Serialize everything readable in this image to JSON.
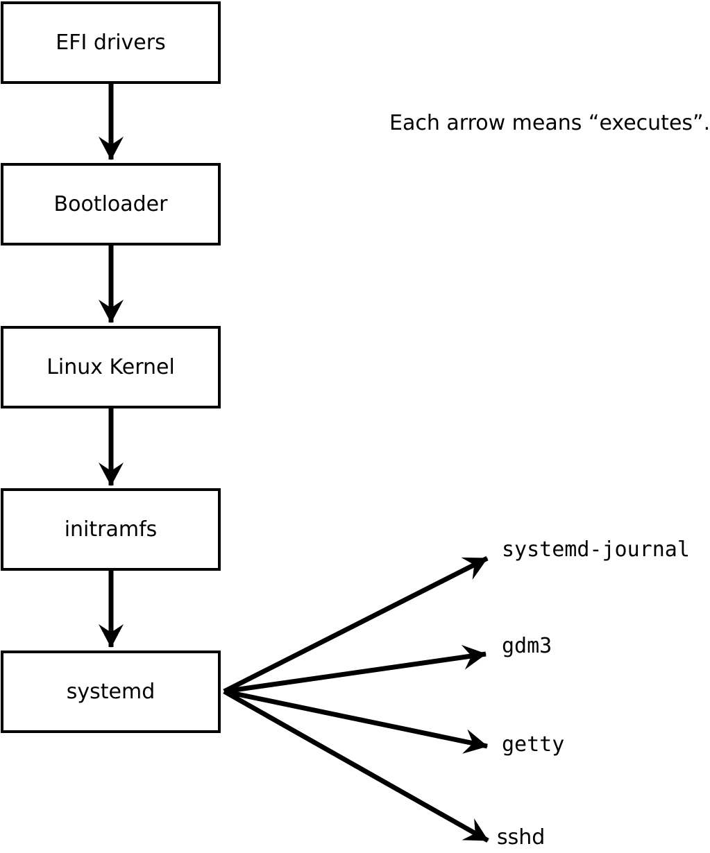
{
  "diagram": {
    "caption": "Each arrow means “executes”.",
    "arrow_meaning": "executes",
    "boot_chain": {
      "efi": "EFI drivers",
      "bootloader": "Bootloader",
      "kernel": "Linux Kernel",
      "initramfs": "initramfs",
      "systemd": "systemd"
    },
    "spawned_services": {
      "journal": "systemd-journal",
      "gdm3": "gdm3",
      "getty": "getty",
      "sshd": "sshd"
    },
    "edges": [
      {
        "from": "EFI drivers",
        "to": "Bootloader"
      },
      {
        "from": "Bootloader",
        "to": "Linux Kernel"
      },
      {
        "from": "Linux Kernel",
        "to": "initramfs"
      },
      {
        "from": "initramfs",
        "to": "systemd"
      },
      {
        "from": "systemd",
        "to": "systemd-journal"
      },
      {
        "from": "systemd",
        "to": "gdm3"
      },
      {
        "from": "systemd",
        "to": "getty"
      },
      {
        "from": "systemd",
        "to": "sshd"
      }
    ],
    "colors": {
      "stroke": "#000000",
      "background": "#ffffff"
    }
  }
}
